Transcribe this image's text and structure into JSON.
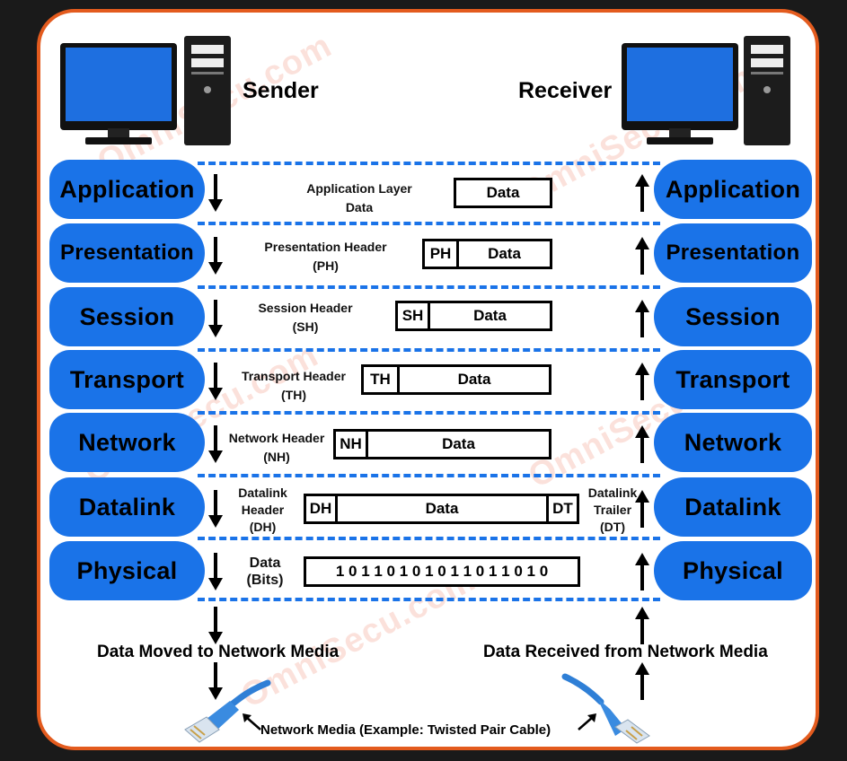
{
  "sender": {
    "title": "Sender"
  },
  "receiver": {
    "title": "Receiver"
  },
  "layers": [
    {
      "name": "Application",
      "header_label": "Application Layer\nData",
      "segments": [
        "Data"
      ]
    },
    {
      "name": "Presentation",
      "header_label": "Presentation Header\n(PH)",
      "segments": [
        "PH",
        "Data"
      ]
    },
    {
      "name": "Session",
      "header_label": "Session Header\n(SH)",
      "segments": [
        "SH",
        "Data"
      ]
    },
    {
      "name": "Transport",
      "header_label": "Transport Header\n(TH)",
      "segments": [
        "TH",
        "Data"
      ]
    },
    {
      "name": "Network",
      "header_label": "Network Header\n(NH)",
      "segments": [
        "NH",
        "Data"
      ]
    },
    {
      "name": "Datalink",
      "header_label": "Datalink\nHeader\n(DH)",
      "trailer_label": "Datalink\nTrailer\n(DT)",
      "segments": [
        "DH",
        "Data",
        "DT"
      ]
    },
    {
      "name": "Physical",
      "header_label": "Data\n(Bits)",
      "bits": "1 0 1 1 0 1 0 1 0 1 1 0 1 1 0 1 0"
    }
  ],
  "captions": {
    "sent": "Data Moved to Network Media",
    "received": "Data Received from Network Media",
    "media": "Network Media (Example: Twisted Pair Cable)"
  },
  "watermark": "OmniSecu.com",
  "colors": {
    "layer_fill": "#1a73e8",
    "frame": "#e35b1e",
    "monitor": "#1e6fe0"
  }
}
